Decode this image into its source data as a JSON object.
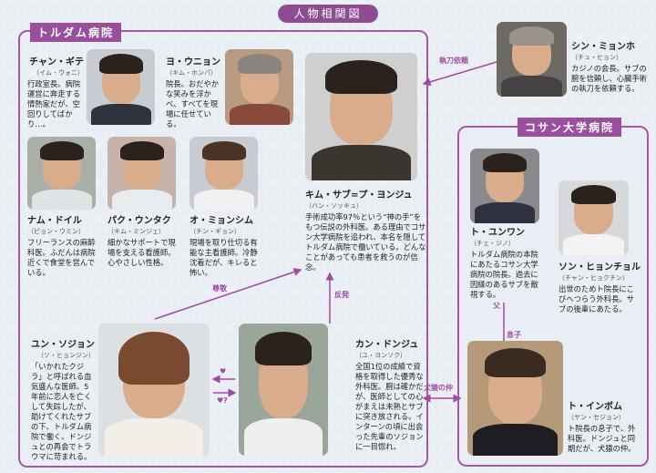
{
  "title": "人物相関図",
  "groups": {
    "toldam": "トルダム病院",
    "kosan": "コサン大学病院"
  },
  "characters": [
    {
      "name": "チャン・ギテ",
      "actor": "（イム・ウォニ）",
      "desc": "行政室長。病院運営に奔走する情熱家だが、空回りしてばかり…。"
    },
    {
      "name": "ヨ・ウニョン",
      "actor": "（キム・ホンパ）",
      "desc": "院長。おだやかな笑みを浮かべ、すべてを現場に任せている。"
    },
    {
      "name": "キム・サブ=プ・ヨンジュ",
      "actor": "（ハン・ソッキュ）",
      "desc": "手術成功率97％という“神の手”をもつ伝説の外科医。ある理由でコサン大学病院を追われ、本名を隠してトルダム病院で働いている。どんなことがあっても患者を救うのが信念。"
    },
    {
      "name": "ナム・ドイル",
      "actor": "（ピョン・ウミン）",
      "desc": "フリーランスの麻酔科医。ふだんは病院近くで食堂を営んでいる。"
    },
    {
      "name": "パク・ウンタク",
      "actor": "（キム・ミンジェ）",
      "desc": "細かなサポートで現場を支える看護師。心やさしい性格。"
    },
    {
      "name": "オ・ミョンシム",
      "actor": "（チン・ギョン）",
      "desc": "現場を取り仕切る有能な主看護師。冷静沈着だが、キレると怖い。"
    },
    {
      "name": "シン・ミョンホ",
      "actor": "（チュ・ヒョン）",
      "desc": "カジノの会長。サブの腕を信頼し、心臓手術の執刀を依頼する。"
    },
    {
      "name": "ト・ユンワン",
      "actor": "（チェ・ジノ）",
      "desc": "トルダム病院の本院にあたるコサン大学病院の院長。過去に因縁のあるサブを敵視する。"
    },
    {
      "name": "ソン・ヒョンチョル",
      "actor": "（チャン・ヒョクチン）",
      "desc": "出世のためト院長にこびへつらう外科長。サブの後輩にあたる。"
    },
    {
      "name": "ユン・ソジョン",
      "actor": "（ソ・ヒョンジン）",
      "desc": "「いかれたクジラ」と呼ばれる血気盛んな医師。5年前に恋人を亡くして失踪したが、助けてくれたサブの下、トルダム病院で働く。ドンジュとの再会でトラウマに苛まれる。"
    },
    {
      "name": "カン・ドンジュ",
      "actor": "（ユ・ヨンソク）",
      "desc": "全国1位の成績で資格を取得した優秀な外科医。腕は確かだが、医師としての心がまえは未熟とサブに突き放される。インターンの頃に出会った先輩のソジョンに一目惚れ。"
    },
    {
      "name": "ト・インボム",
      "actor": "（ヤン・セジョン）",
      "desc": "ト院長の息子で、外科医。ドンジュと同期だが、犬猿の仲。"
    }
  ],
  "relations": {
    "respect": "尊敬",
    "rebel": "反発",
    "request": "執刀依頼",
    "father": "父",
    "son": "息子",
    "rivals": "犬猿の仲",
    "heart": "♥",
    "heart_q": "♥?"
  },
  "colors": {
    "accent": "#9a4f9e",
    "background": "#e9eef4"
  }
}
